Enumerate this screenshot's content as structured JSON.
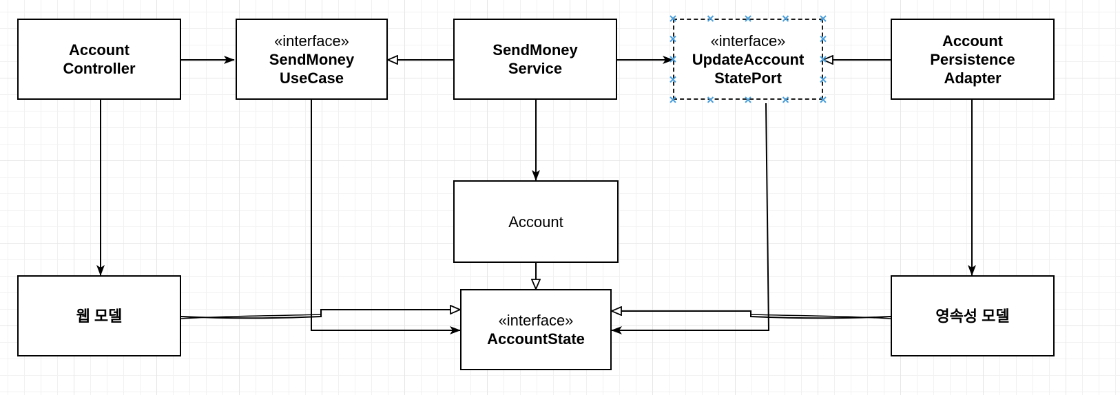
{
  "diagram": {
    "colors": {
      "stroke": "#000000",
      "selection": "#4a9fdc",
      "grid": "#e6e6e6"
    },
    "nodes": {
      "account_controller": {
        "lines": [
          "Account",
          "Controller"
        ]
      },
      "send_money_usecase": {
        "stereotype": "«interface»",
        "lines": [
          "SendMoney",
          "UseCase"
        ]
      },
      "send_money_service": {
        "lines": [
          "SendMoney",
          "Service"
        ]
      },
      "update_account_state_port": {
        "stereotype": "«interface»",
        "lines": [
          "UpdateAccount",
          "StatePort"
        ]
      },
      "account_persistence_adapter": {
        "lines": [
          "Account",
          "Persistence",
          "Adapter"
        ]
      },
      "account": {
        "lines": [
          "Account"
        ]
      },
      "web_model": {
        "lines": [
          "웹 모델"
        ]
      },
      "account_state": {
        "stereotype": "«interface»",
        "lines": [
          "AccountState"
        ]
      },
      "persistence_model": {
        "lines": [
          "영속성 모델"
        ]
      }
    }
  }
}
